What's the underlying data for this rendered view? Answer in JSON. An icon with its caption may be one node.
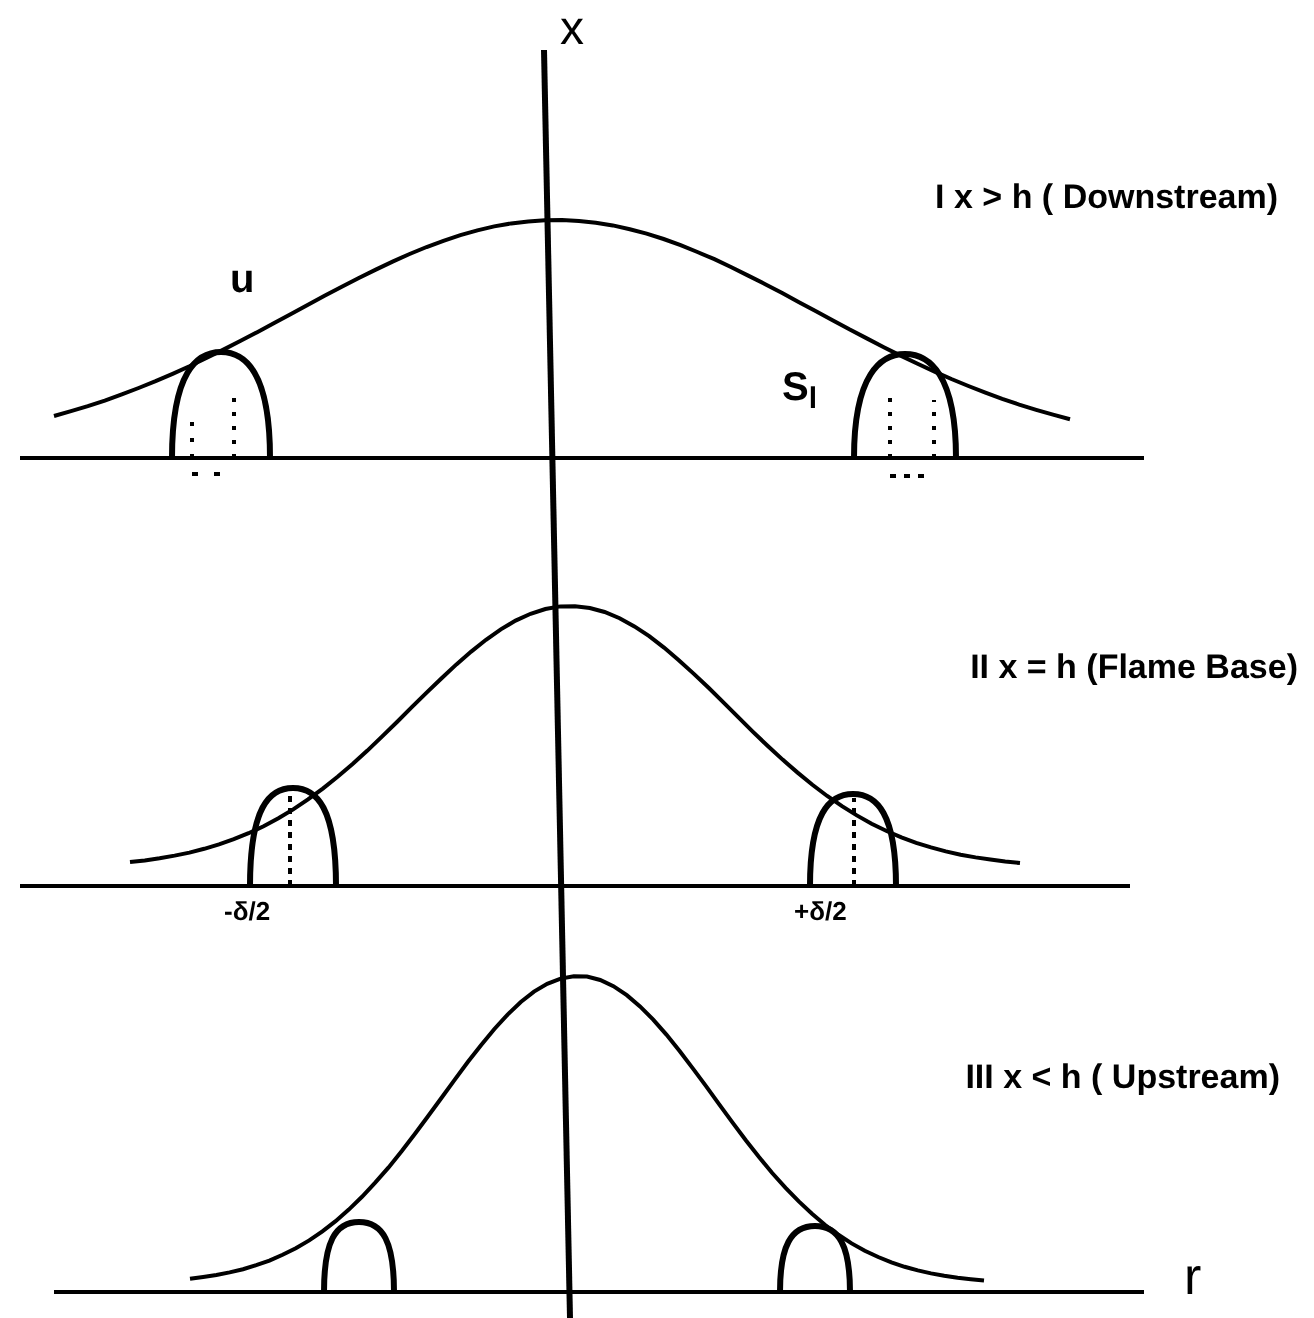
{
  "diagram": {
    "labels": [
      "x",
      "I x > h ( Downstream)",
      "u",
      "S$_{l}$",
      "II x = h (Flame Base)",
      "-δ/2",
      "+δ/2",
      "III x < h ( Upstream)",
      "r"
    ]
  }
}
